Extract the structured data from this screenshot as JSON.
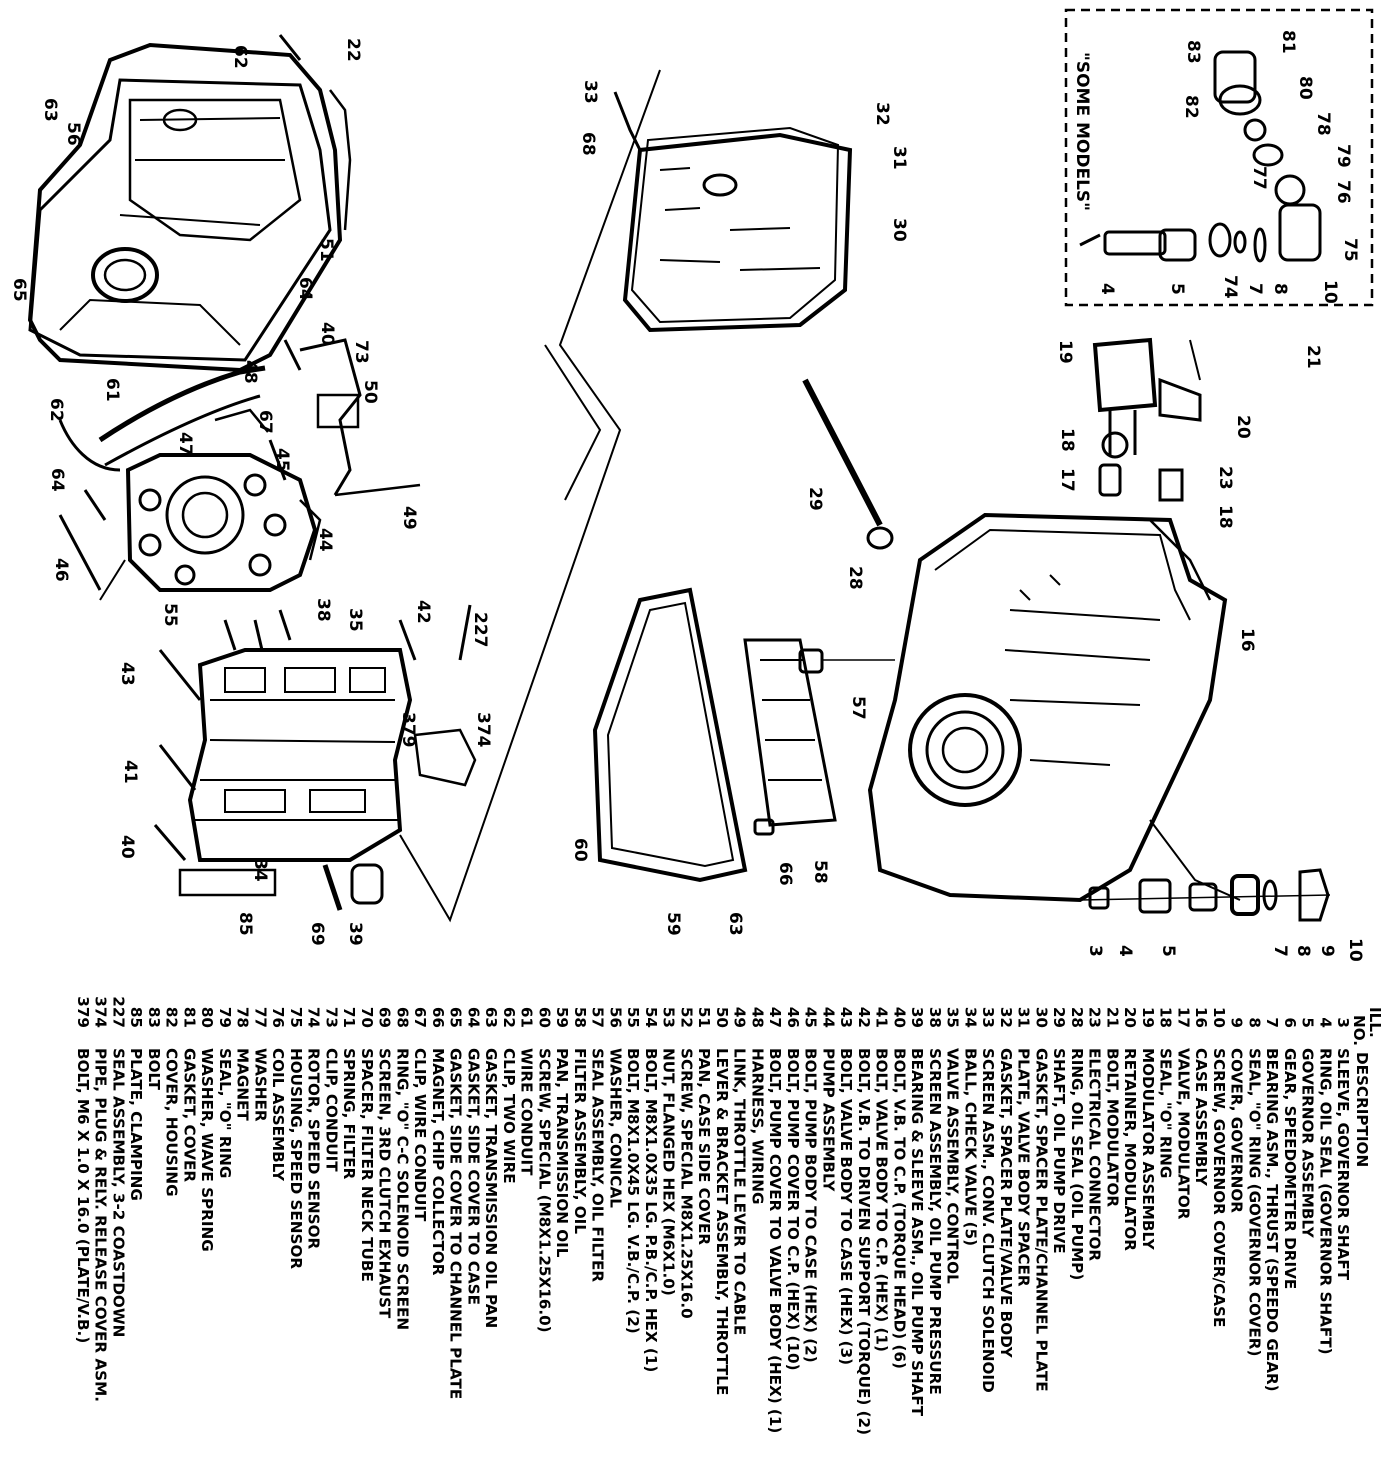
{
  "inset_label": "\"SOME MODELS\"",
  "part_numbers": {
    "n3": "3",
    "n4": "4",
    "n5": "5",
    "n7": "7",
    "n8": "8",
    "n9": "9",
    "n10": "10",
    "n16": "16",
    "n17": "17",
    "n18": "18",
    "n18b": "18",
    "n19": "19",
    "n20": "20",
    "n21": "21",
    "n22": "22",
    "n23": "23",
    "n28": "28",
    "n29": "29",
    "n30": "30",
    "n31": "31",
    "n32": "32",
    "n33": "33",
    "n34": "34",
    "n35": "35",
    "n38": "38",
    "n39": "39",
    "n40": "40",
    "n40b": "40",
    "n41": "41",
    "n42": "42",
    "n43": "43",
    "n44": "44",
    "n45": "45",
    "n46": "46",
    "n47": "47",
    "n48": "48",
    "n49": "49",
    "n50": "50",
    "n51": "51",
    "n55": "55",
    "n56": "56",
    "n57": "57",
    "n58": "58",
    "n59": "59",
    "n60": "60",
    "n61": "61",
    "n62": "62",
    "n63": "63",
    "n63b": "63",
    "n64": "64",
    "n64b": "64",
    "n65": "65",
    "n66": "66",
    "n67": "67",
    "n68": "68",
    "n69": "69",
    "n73": "73",
    "n85": "85",
    "n227": "227",
    "n374": "374",
    "n379": "379",
    "i4": "4",
    "i5": "5",
    "i7": "7",
    "i8": "8",
    "i10": "10",
    "i74": "74",
    "i75": "75",
    "i76": "76",
    "i77": "77",
    "i78": "78",
    "i79": "79",
    "i80": "80",
    "i81": "81",
    "i82": "82",
    "i83": "83"
  },
  "legend": {
    "header_ill": "ILL.",
    "header_no": "NO.",
    "header_description": "DESCRIPTION",
    "rows": [
      {
        "no": "3",
        "desc": "SLEEVE, GOVERNOR SHAFT"
      },
      {
        "no": "4",
        "desc": "RING, OIL SEAL (GOVERNOR SHAFT)"
      },
      {
        "no": "5",
        "desc": "GOVERNOR ASSEMBLY"
      },
      {
        "no": "6",
        "desc": "GEAR, SPEEDOMETER DRIVE"
      },
      {
        "no": "7",
        "desc": "BEARING ASM., THRUST (SPEEDO GEAR)"
      },
      {
        "no": "8",
        "desc": "SEAL, \"O\" RING (GOVERNOR COVER)"
      },
      {
        "no": "9",
        "desc": "COVER, GOVERNOR"
      },
      {
        "no": "10",
        "desc": "SCREW, GOVERNOR COVER/CASE"
      },
      {
        "no": "16",
        "desc": "CASE ASSEMBLY"
      },
      {
        "no": "17",
        "desc": "VALVE, MODULATOR"
      },
      {
        "no": "18",
        "desc": "SEAL, \"O\" RING"
      },
      {
        "no": "19",
        "desc": "MODULATOR ASSEMBLY"
      },
      {
        "no": "20",
        "desc": "RETAINER, MODULATOR"
      },
      {
        "no": "21",
        "desc": "BOLT, MODULATOR"
      },
      {
        "no": "23",
        "desc": "ELECTRICAL CONNECTOR"
      },
      {
        "no": "28",
        "desc": "RING, OIL SEAL (OIL PUMP)"
      },
      {
        "no": "29",
        "desc": "SHAFT, OIL PUMP DRIVE"
      },
      {
        "no": "30",
        "desc": "GASKET, SPACER PLATE/CHANNEL PLATE"
      },
      {
        "no": "31",
        "desc": "PLATE, VALVE BODY SPACER"
      },
      {
        "no": "32",
        "desc": "GASKET, SPACER PLATE/VALVE BODY"
      },
      {
        "no": "33",
        "desc": "SCREEN ASM., CONV. CLUTCH SOLENOID"
      },
      {
        "no": "34",
        "desc": "BALL, CHECK VALVE (5)"
      },
      {
        "no": "35",
        "desc": "VALVE ASSEMBLY, CONTROL"
      },
      {
        "no": "38",
        "desc": "SCREEN ASSEMBLY, OIL PUMP PRESSURE"
      },
      {
        "no": "39",
        "desc": "BEARING & SLEEVE ASM., OIL PUMP SHAFT"
      },
      {
        "no": "40",
        "desc": "BOLT, V.B. TO C.P. (TORQUE HEAD) (6)"
      },
      {
        "no": "41",
        "desc": "BOLT, VALVE BODY TO C.P. (HEX) (1)"
      },
      {
        "no": "42",
        "desc": "BOLT, V.B. TO DRIVEN SUPPORT (TORQUE) (2)"
      },
      {
        "no": "43",
        "desc": "BOLT, VALVE BODY TO CASE (HEX) (3)"
      },
      {
        "no": "44",
        "desc": "PUMP ASSEMBLY"
      },
      {
        "no": "45",
        "desc": "BOLT, PUMP BODY TO CASE (HEX) (2)"
      },
      {
        "no": "46",
        "desc": "BOLT, PUMP COVER TO C.P. (HEX) (10)"
      },
      {
        "no": "47",
        "desc": "BOLT, PUMP COVER TO VALVE BODY (HEX) (1)"
      },
      {
        "no": "48",
        "desc": "HARNESS, WIRING"
      },
      {
        "no": "49",
        "desc": "LINK, THROTTLE LEVER TO CABLE"
      },
      {
        "no": "50",
        "desc": "LEVER & BRACKET ASSEMBLY, THROTTLE"
      },
      {
        "no": "51",
        "desc": "PAN, CASE SIDE COVER"
      },
      {
        "no": "52",
        "desc": "SCREW, SPECIAL M8X1.25X16.0"
      },
      {
        "no": "53",
        "desc": "NUT, FLANGED HEX (M6X1.0)"
      },
      {
        "no": "54",
        "desc": "BOLT, M8X1.0X35 LG. P.B./C.P. HEX (1)"
      },
      {
        "no": "55",
        "desc": "BOLT, M8X1.0X45 LG. V.B./C.P. (2)"
      },
      {
        "no": "56",
        "desc": "WASHER, CONICAL"
      },
      {
        "no": "57",
        "desc": "SEAL ASSEMBLY, OIL FILTER"
      },
      {
        "no": "58",
        "desc": "FILTER ASSEMBLY, OIL"
      },
      {
        "no": "59",
        "desc": "PAN, TRANSMISSION OIL"
      },
      {
        "no": "60",
        "desc": "SCREW, SPECIAL (M8X1.25X16.0)"
      },
      {
        "no": "61",
        "desc": "WIRE CONDUIT"
      },
      {
        "no": "62",
        "desc": "CLIP, TWO WIRE"
      },
      {
        "no": "63",
        "desc": "GASKET, TRANSMISSION OIL PAN"
      },
      {
        "no": "64",
        "desc": "GASKET, SIDE COVER TO CASE"
      },
      {
        "no": "65",
        "desc": "GASKET, SIDE COVER TO CHANNEL PLATE"
      },
      {
        "no": "66",
        "desc": "MAGNET, CHIP COLLECTOR"
      },
      {
        "no": "67",
        "desc": "CLIP, WIRE CONDUIT"
      },
      {
        "no": "68",
        "desc": "RING, \"O\" C-C SOLENOID SCREEN"
      },
      {
        "no": "69",
        "desc": "SCREEN, 3RD CLUTCH EXHAUST"
      },
      {
        "no": "70",
        "desc": "SPACER, FILTER NECK TUBE"
      },
      {
        "no": "71",
        "desc": "SPRING, FILTER"
      },
      {
        "no": "73",
        "desc": "CLIP, CONDUIT"
      },
      {
        "no": "74",
        "desc": "ROTOR, SPEED SENSOR"
      },
      {
        "no": "75",
        "desc": "HOUSING, SPEED SENSOR"
      },
      {
        "no": "76",
        "desc": "COIL ASSEMBLY"
      },
      {
        "no": "77",
        "desc": "WASHER"
      },
      {
        "no": "78",
        "desc": "MAGNET"
      },
      {
        "no": "79",
        "desc": "SEAL, \"O\" RING"
      },
      {
        "no": "80",
        "desc": "WASHER, WAVE SPRING"
      },
      {
        "no": "81",
        "desc": "GASKET, COVER"
      },
      {
        "no": "82",
        "desc": "COVER, HOUSING"
      },
      {
        "no": "83",
        "desc": "BOLT"
      },
      {
        "no": "85",
        "desc": "PLATE, CLAMPING"
      },
      {
        "no": "227",
        "desc": "SEAL ASSEMBLY, 3-2 COASTDOWN"
      },
      {
        "no": "374",
        "desc": "PIPE, PLUG & RELY. RELEASE COVER ASM."
      },
      {
        "no": "379",
        "desc": "BOLT, M6 X 1.0 X 16.0 (PLATE/V.B.)"
      }
    ]
  }
}
